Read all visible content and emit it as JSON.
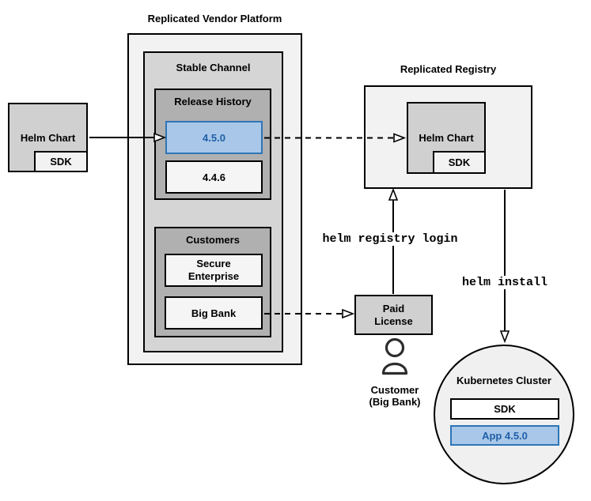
{
  "diagram": {
    "vendor_platform": {
      "title": "Replicated Vendor Platform",
      "stable_channel_label": "Stable Channel",
      "release_history_label": "Release History",
      "releases": [
        {
          "version": "4.5.0",
          "highlighted": true
        },
        {
          "version": "4.4.6",
          "highlighted": false
        }
      ],
      "customers_label": "Customers",
      "customer_items": [
        {
          "name": "Secure Enterprise"
        },
        {
          "name": "Big Bank"
        }
      ]
    },
    "source_helm_chart": {
      "label": "Helm Chart",
      "sdk_label": "SDK"
    },
    "registry": {
      "title": "Replicated Registry",
      "helm_chart_label": "Helm Chart",
      "sdk_label": "SDK"
    },
    "paid_license": {
      "label": "Paid License"
    },
    "customer_caption": {
      "line1": "Customer",
      "line2": "(Big Bank)"
    },
    "kubernetes": {
      "label": "Kubernetes Cluster",
      "sdk_label": "SDK",
      "app_label": "App 4.5.0"
    },
    "commands": {
      "registry_login": "helm registry login",
      "install": "helm install"
    },
    "colors": {
      "highlight_fill": "#a9c7e8",
      "highlight_border": "#2e75b6",
      "highlight_text": "#1f5fa8",
      "container_light": "#f2f2f2",
      "container_medium": "#d5d5d5",
      "container_dark": "#b0b0b0"
    }
  }
}
